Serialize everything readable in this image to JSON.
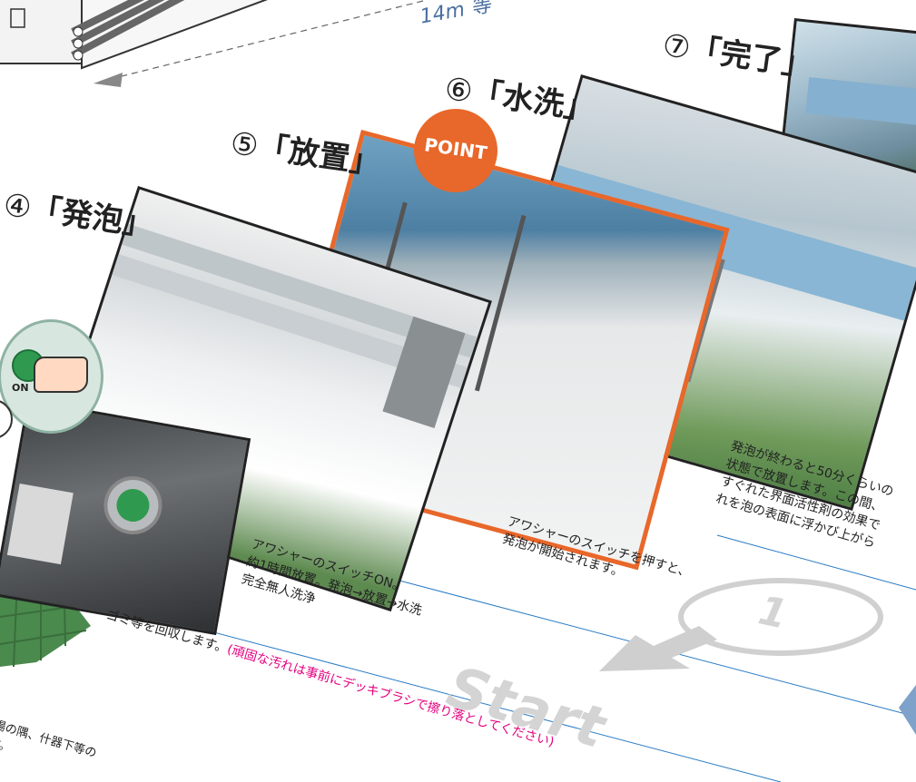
{
  "dimension_text": "14m 等",
  "steps": [
    {
      "num": "④",
      "label": "「発泡」"
    },
    {
      "num": "⑤",
      "label": "「放置」"
    },
    {
      "num": "⑥",
      "label": "「水洗」"
    },
    {
      "num": "⑦",
      "label": "「完了」"
    }
  ],
  "point_badge": "POINT",
  "on_button": "ON",
  "captions": {
    "switch_on": [
      "アワシャーのスイッチON。",
      "約1時間放置。発泡→放置→水洗",
      "完全無人洗浄"
    ],
    "foam_start": [
      "アワシャーのスイッチを押すと、",
      "発泡が開始されます。"
    ],
    "leave": [
      "発泡が終わると50分くらいの",
      "状態で放置します。この間、",
      "すぐれた界面活性剤の効果で",
      "れを泡の表面に浮かび上がら"
    ],
    "trash": "ゴミ等を回収します。",
    "trash_note": "(頑固な汚れは事前にデッキブラシで擦り落としてください)",
    "bottom_left": [
      "場の隅、什器下等の",
      "す。"
    ]
  },
  "floor_marks": {
    "start": "Start",
    "arrow_digit": "1"
  },
  "colors": {
    "accent_orange": "#e8672a",
    "pink": "#e4007f",
    "blue_line": "#2a7bc4"
  }
}
